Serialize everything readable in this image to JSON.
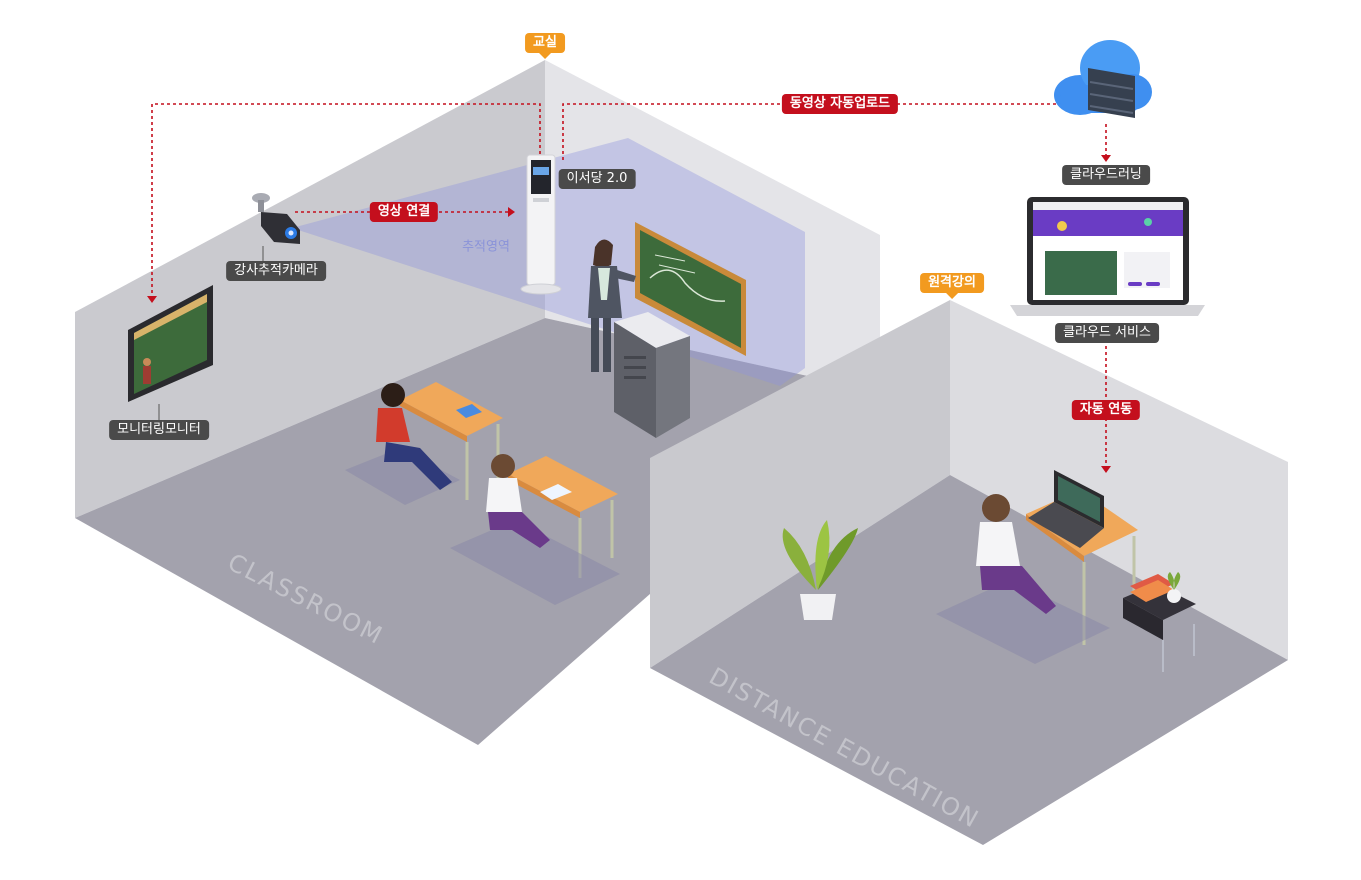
{
  "labels": {
    "classroom_tag": "교실",
    "auto_upload": "동영상 자동업로드",
    "kiosk": "이서당 2.0",
    "video_link": "영상 연결",
    "camera": "강사추적카메라",
    "tracking_area": "추적영역",
    "monitor": "모니터링모니터",
    "cloud_learning": "클라우드러닝",
    "cloud_service": "클라우드 서비스",
    "remote_lecture": "원격강의",
    "auto_sync": "자동 연동",
    "classroom_floor": "CLASSROOM",
    "distance_floor": "DISTANCE EDUCATION"
  },
  "colors": {
    "accent_red": "#c40f1d",
    "accent_orange": "#f29a1f",
    "label_dark": "#4a4a4a",
    "tracking_blue": "#8a93d9",
    "board_green": "#3d6b3b"
  },
  "icons": [
    "cloud-server-icon",
    "tracking-camera-icon",
    "kiosk-icon",
    "laptop-icon"
  ]
}
